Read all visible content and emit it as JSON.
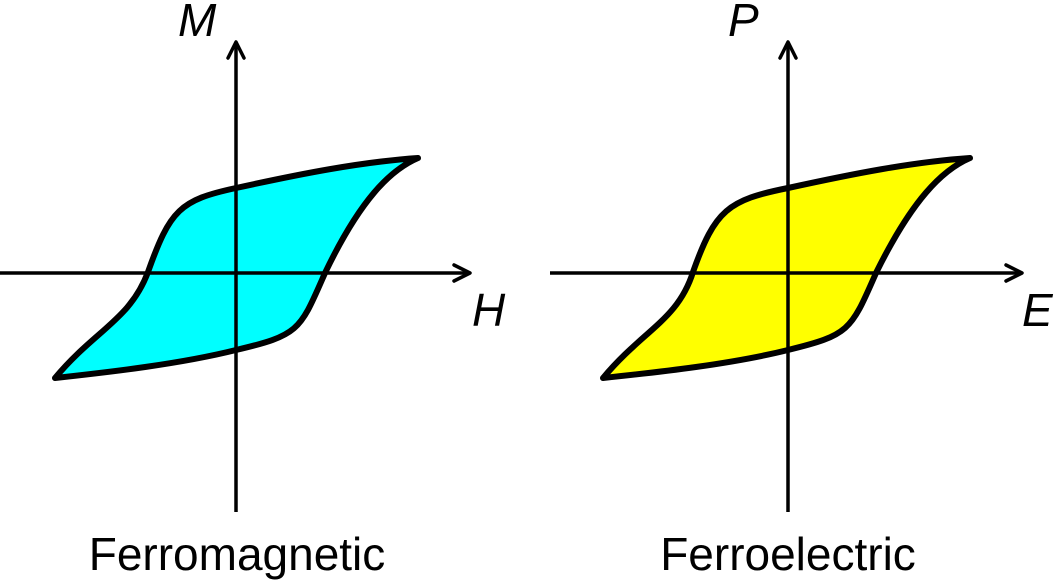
{
  "panels": [
    {
      "y_axis_label": "M",
      "x_axis_label": "H",
      "caption": "Ferromagnetic",
      "loop_fill": "#00FFFF"
    },
    {
      "y_axis_label": "P",
      "x_axis_label": "E",
      "caption": "Ferroelectric",
      "loop_fill": "#FFFF00"
    }
  ],
  "line_color": "#000000"
}
